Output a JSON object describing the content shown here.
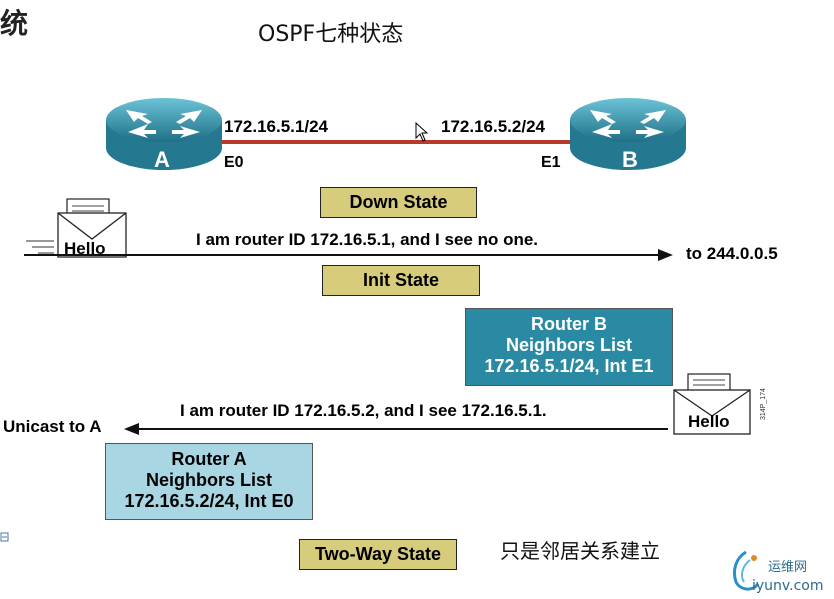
{
  "corner_title": "统",
  "title": "OSPF七种状态",
  "routers": {
    "a": {
      "label": "A",
      "interface": "E0",
      "ip": "172.16.5.1/24"
    },
    "b": {
      "label": "B",
      "interface": "E1",
      "ip": "172.16.5.2/24"
    }
  },
  "states": {
    "down": "Down State",
    "init": "Init State",
    "two_way": "Two-Way State"
  },
  "hello_label": "Hello",
  "messages": {
    "a_to_multicast": "I am router ID 172.16.5.1, and I see no one.",
    "multicast_target": "to 244.0.0.5",
    "b_to_a": "I am router ID 172.16.5.2, and I see 172.16.5.1.",
    "unicast_target": "Unicast to A"
  },
  "neighbor_lists": {
    "router_b": {
      "title": "Router B",
      "subtitle": "Neighbors List",
      "entry": "172.16.5.1/24, Int E1"
    },
    "router_a": {
      "title": "Router A",
      "subtitle": "Neighbors List",
      "entry": "172.16.5.2/24, Int E0"
    }
  },
  "figure_code": "314P_174",
  "note": "只是邻居关系建立",
  "watermark": {
    "cn": "运维网",
    "domain": "iyunv.com"
  },
  "colors": {
    "router_blue": "#2e8fa6",
    "link_red": "#b83a2a",
    "state_box": "#d6cc7c",
    "neighbor_b": "#2b8aa3",
    "neighbor_a": "#a8d6e3"
  }
}
